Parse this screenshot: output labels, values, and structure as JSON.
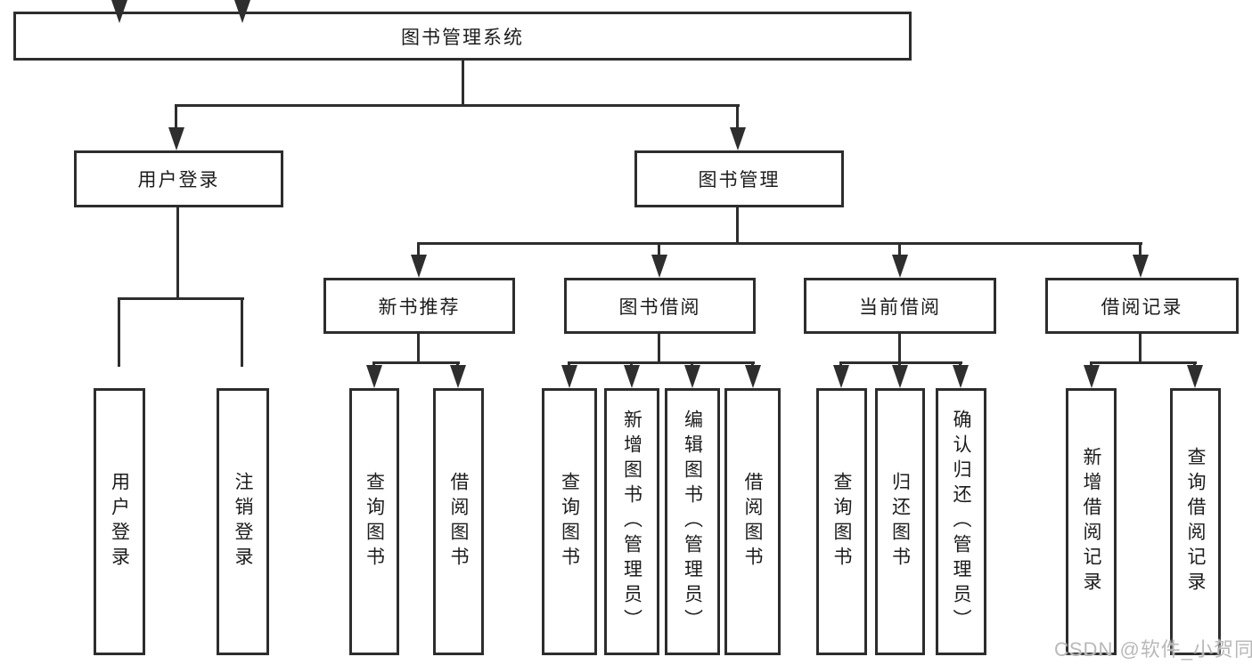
{
  "diagram_title": "图书管理系统",
  "nodes": {
    "root": "图书管理系统",
    "user_login": "用户登录",
    "book_management": "图书管理",
    "new_book_recommend": "新书推荐",
    "book_borrowing": "图书借阅",
    "current_borrowing": "当前借阅",
    "borrowing_records": "借阅记录",
    "leaf_user_login": "用户登录",
    "leaf_logout": "注销登录",
    "leaf_rec_query_books": "查询图书",
    "leaf_rec_borrow_books": "借阅图书",
    "leaf_bb_query_books": "查询图书",
    "leaf_bb_add_books": "新增图书（管理员）",
    "leaf_bb_edit_books": "编辑图书（管理员）",
    "leaf_bb_borrow_books": "借阅图书",
    "leaf_cb_query_books": "查询图书",
    "leaf_cb_return_books": "归还图书",
    "leaf_cb_confirm_return": "确认归还（管理员）",
    "leaf_br_add_record": "新增借阅记录",
    "leaf_br_query_record": "查询借阅记录"
  },
  "hierarchy": {
    "图书管理系统": {
      "用户登录": [
        "用户登录",
        "注销登录"
      ],
      "图书管理": {
        "新书推荐": [
          "查询图书",
          "借阅图书"
        ],
        "图书借阅": [
          "查询图书",
          "新增图书（管理员）",
          "编辑图书（管理员）",
          "借阅图书"
        ],
        "当前借阅": [
          "查询图书",
          "归还图书",
          "确认归还（管理员）"
        ],
        "借阅记录": [
          "新增借阅记录",
          "查询借阅记录"
        ]
      }
    }
  },
  "watermark": "CSDN @软件_小贺同学",
  "colors": {
    "line": "#2e2e2e",
    "box_border": "#2d2d2d",
    "text": "#1c1c1c",
    "watermark": "#b9b9b9",
    "background": "#ffffff"
  }
}
